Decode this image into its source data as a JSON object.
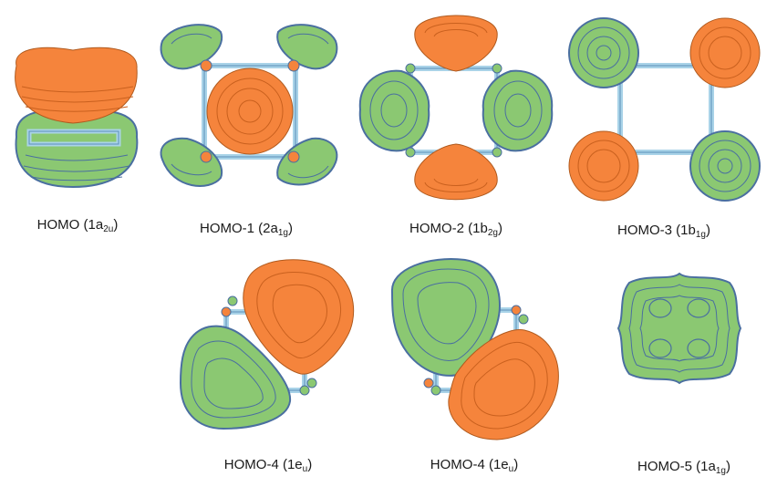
{
  "colors": {
    "green_lobe": "#8bc872",
    "orange_lobe": "#f5843c",
    "contour": "#4a6fa0",
    "bond": "#a9d3e8"
  },
  "orbitals": [
    {
      "id": "homo",
      "label": {
        "main": "HOMO (1a",
        "sub": "2u",
        "tail": ")"
      }
    },
    {
      "id": "homo-1",
      "label": {
        "main": "HOMO-1 (2a",
        "sub": "1g",
        "tail": ")"
      }
    },
    {
      "id": "homo-2",
      "label": {
        "main": "HOMO-2 (1b",
        "sub": "2g",
        "tail": ")"
      }
    },
    {
      "id": "homo-3",
      "label": {
        "main": "HOMO-3 (1b",
        "sub": "1g",
        "tail": ")"
      }
    },
    {
      "id": "homo-4a",
      "label": {
        "main": "HOMO-4 (1e",
        "sub": "u",
        "tail": ")"
      }
    },
    {
      "id": "homo-4b",
      "label": {
        "main": "HOMO-4 (1e",
        "sub": "u",
        "tail": ")"
      }
    },
    {
      "id": "homo-5",
      "label": {
        "main": "HOMO-5 (1a",
        "sub": "1g",
        "tail": ")"
      }
    }
  ]
}
